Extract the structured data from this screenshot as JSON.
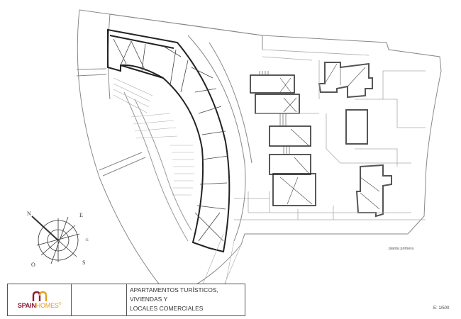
{
  "drawing": {
    "type": "architectural floor plan",
    "plan_label": "planta primera",
    "scale_label": "E: 1/500",
    "line_color": "#333333",
    "light_line_color": "#888888"
  },
  "compass": {
    "labels": {
      "north": "N",
      "east": "E",
      "south": "S",
      "west": "O",
      "wind": "-E"
    }
  },
  "title_block": {
    "logo": {
      "part1": "SPAIN",
      "part2": "HOMES",
      "mark": "®",
      "color_primary": "#8b1a3a",
      "color_secondary": "#e0a020"
    },
    "title_lines": [
      "APARTAMENTOS TURÍSTICOS,",
      "VIVIENDAS Y",
      "LOCALES COMERCIALES"
    ]
  }
}
